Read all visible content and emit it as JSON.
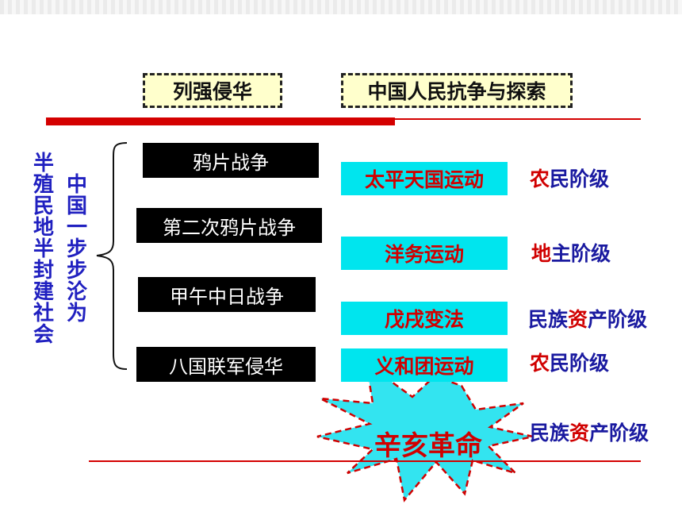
{
  "header": {
    "left_box": "列强侵华",
    "right_box": "中国人民抗争与探索"
  },
  "side": {
    "col_left": "半殖民地半封建社会",
    "col_right": "中国一步步沦为"
  },
  "wars": [
    "鸦片战争",
    "第二次鸦片战争",
    "甲午中日战争",
    "八国联军侵华"
  ],
  "movements": [
    "太平天国运动",
    "洋务运动",
    "戊戌变法",
    "义和团运动"
  ],
  "classes": [
    {
      "highlight": "农",
      "rest": "民阶级"
    },
    {
      "highlight": "地",
      "rest": "主阶级"
    },
    {
      "pre": "民族",
      "highlight": "资",
      "rest": "产阶级"
    },
    {
      "highlight": "农",
      "rest": "民阶级"
    },
    {
      "pre": "民族",
      "highlight": "资",
      "rest": "产阶级"
    }
  ],
  "revolution": "辛亥革命",
  "colors": {
    "accent_red": "#d40000",
    "cyan": "#00e5ee",
    "blue_text": "#1a1aa0"
  }
}
